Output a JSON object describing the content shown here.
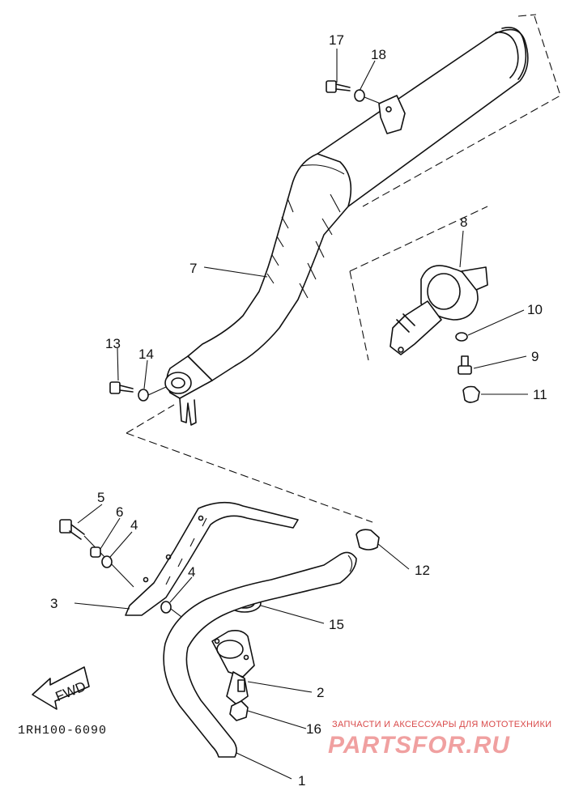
{
  "diagram": {
    "code": "1RH100-6090",
    "fwd_label": "FWD",
    "part_numbers": {
      "p1": "1",
      "p2": "2",
      "p3": "3",
      "p4a": "4",
      "p4b": "4",
      "p5": "5",
      "p6": "6",
      "p7": "7",
      "p8": "8",
      "p9": "9",
      "p10": "10",
      "p11": "11",
      "p12": "12",
      "p13": "13",
      "p14": "14",
      "p15": "15",
      "p16": "16",
      "p17": "17",
      "p18": "18"
    }
  },
  "watermark": {
    "tagline": "ЗАПЧАСТИ И АКСЕССУАРЫ ДЛЯ МОТОТЕХНИКИ",
    "brand": "PARTSFOR.RU",
    "color": "#e05050"
  }
}
